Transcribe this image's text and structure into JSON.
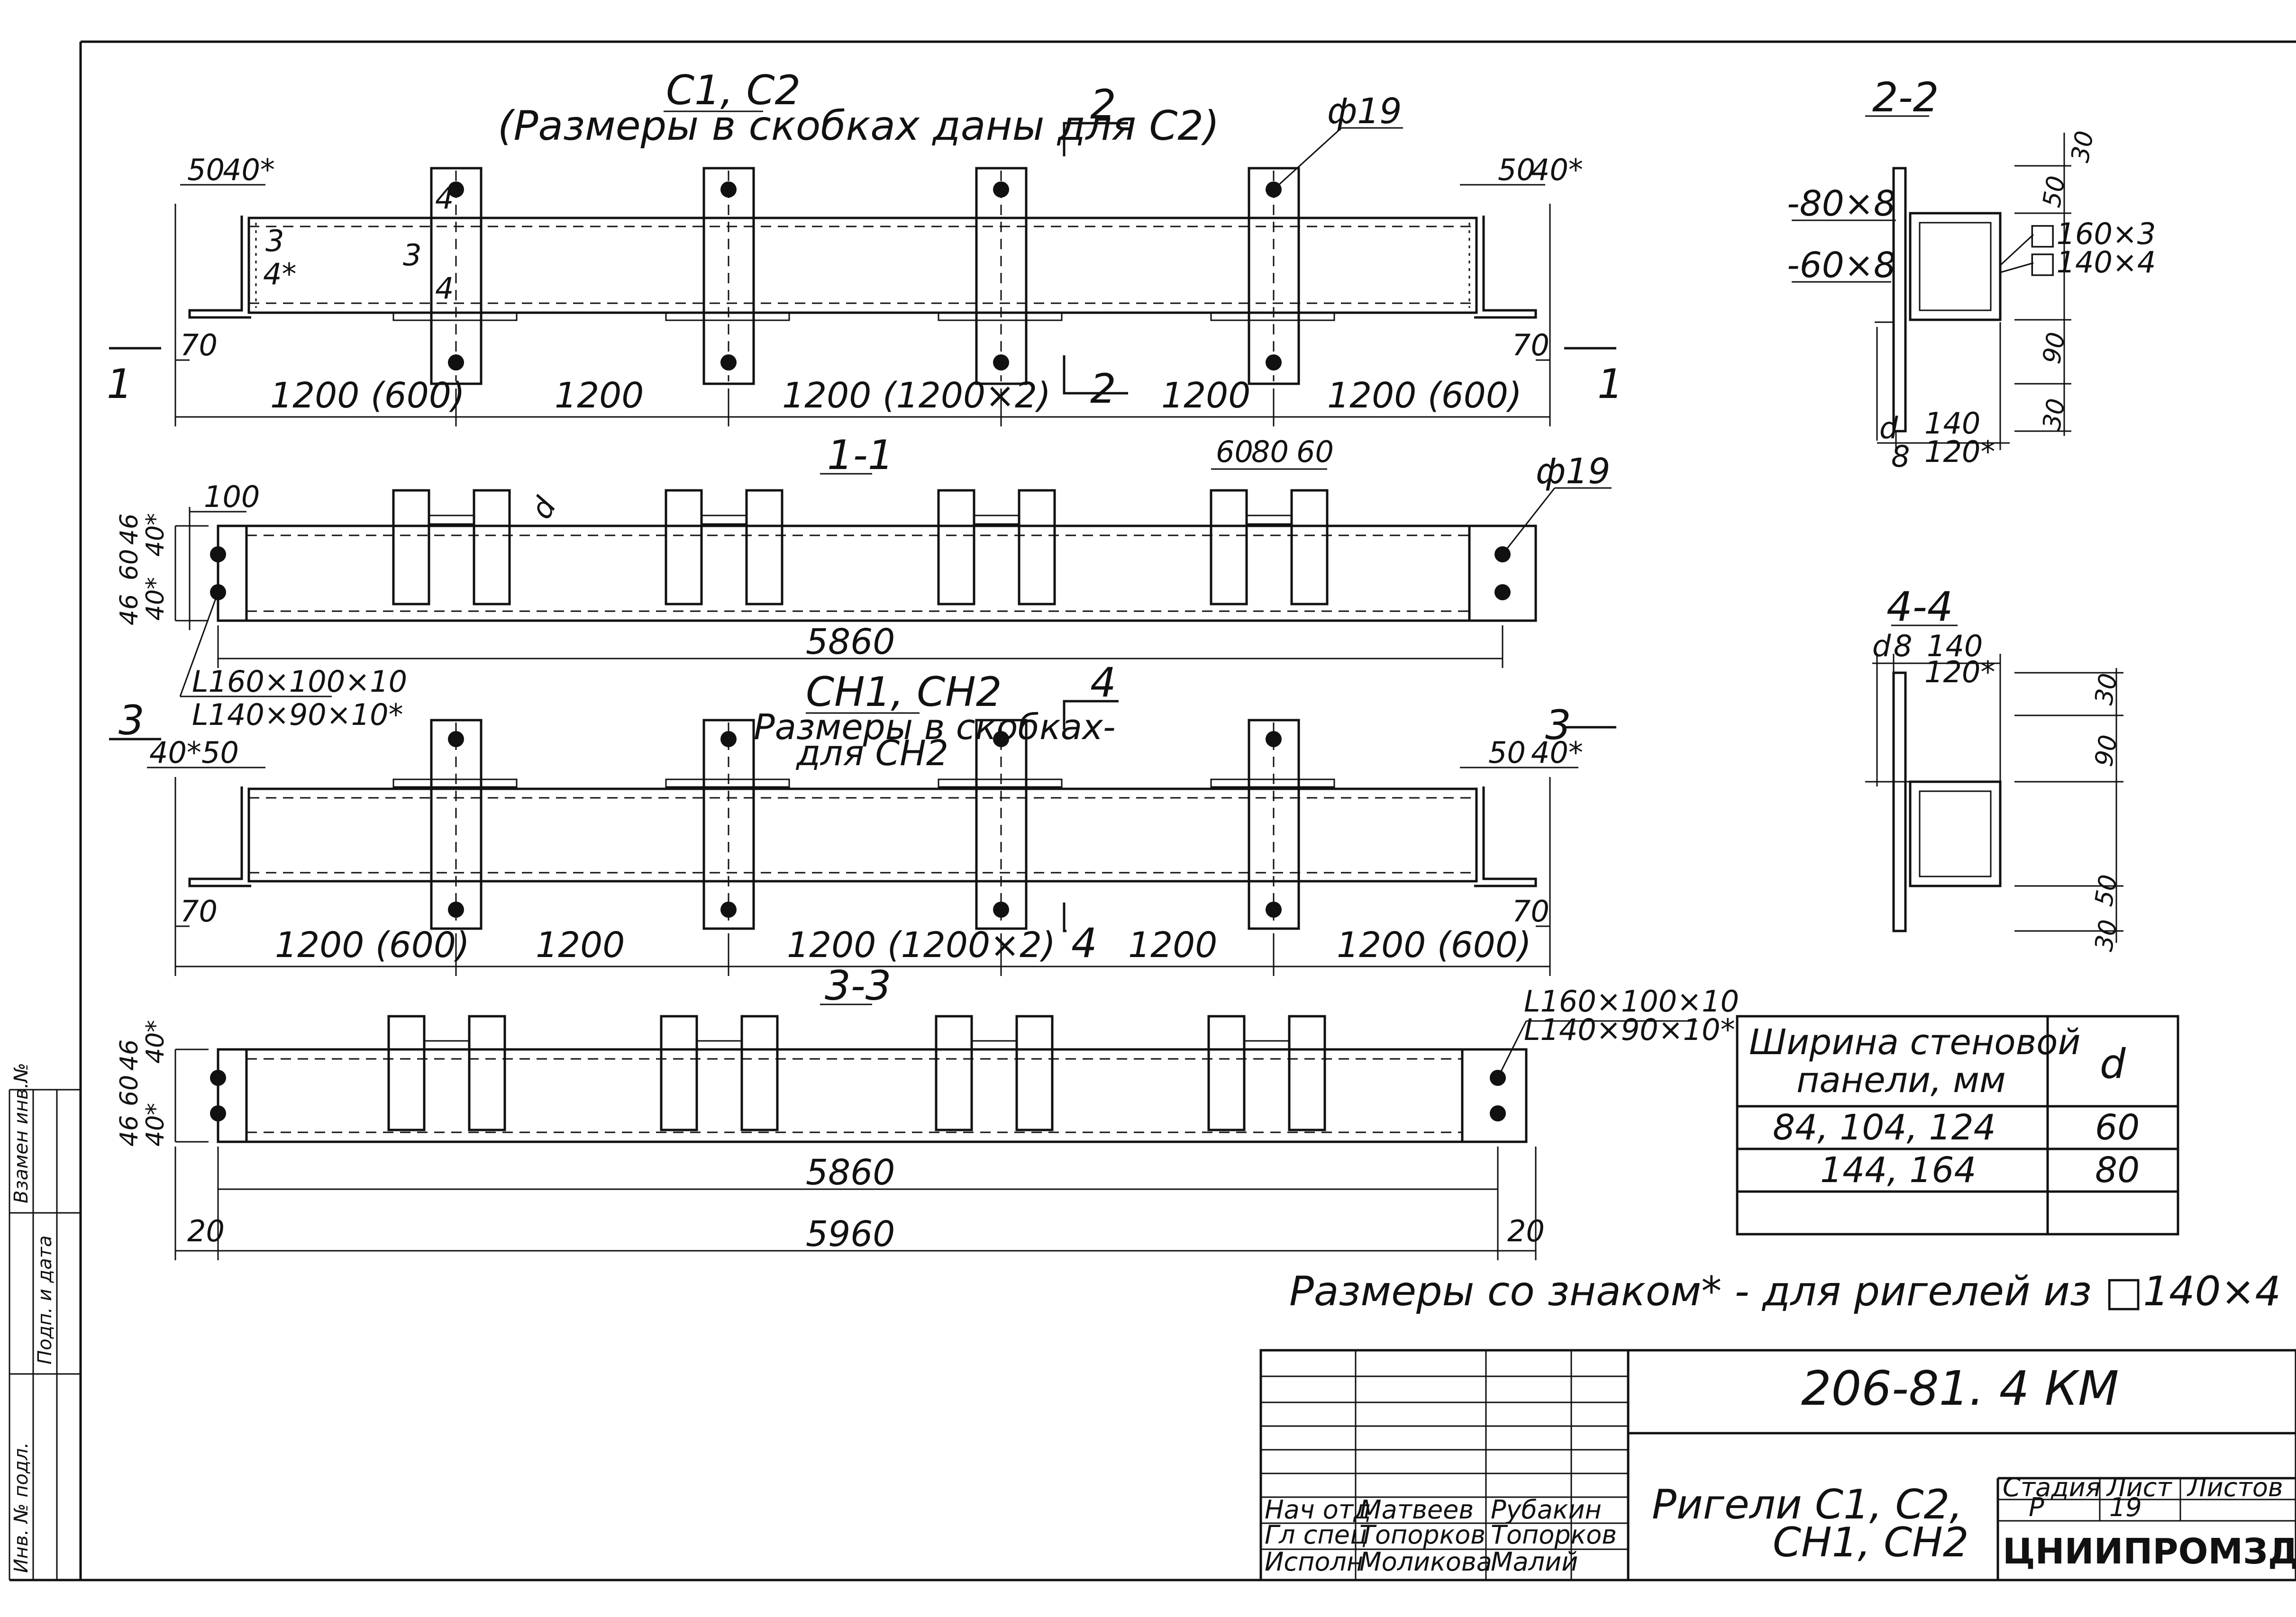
{
  "drawing": {
    "sheet_code": "206-81. 4 КМ",
    "title_line1": "Ригели С1, С2,",
    "title_line2": "СН1, СН2",
    "organization": "ЦНИИПРОМЗДАНИЙ",
    "stage_label": "Стадия",
    "sheet_label": "Лист",
    "sheets_label": "Листов",
    "stage": "Р",
    "sheet": "19",
    "note": "Размеры со знаком* - для ригелей из □140×4"
  },
  "signatures": [
    {
      "role": "Нач отд",
      "name": "Матвеев",
      "sign": "Рубакин"
    },
    {
      "role": "Гл спец",
      "name": "Топорков",
      "sign": "Топорков"
    },
    {
      "role": "Исполн",
      "name": "Моликова",
      "sign": "Малий"
    }
  ],
  "side_stamp": {
    "col1": "Инв. № подл.",
    "col2": "Подп. и дата",
    "col3": "Взамен инв.№"
  },
  "view_c1c2": {
    "title_line1": "С1, С2",
    "title_line2": "(Размеры в скобках даны для С2)",
    "hole": "ф19",
    "left_top": "50",
    "left_top_star": "40*",
    "right_top": "50",
    "right_top_star": "40*",
    "weld_3": "3",
    "weld_4star": "4*",
    "weld_4a": "4",
    "weld_3b": "3",
    "weld_4b": "4",
    "dim_70_left": "70",
    "dim_70_right": "70",
    "spans": [
      "1200 (600)",
      "1200",
      "1200 (1200×2)",
      "1200",
      "1200 (600)"
    ],
    "cut_1_left": "1",
    "cut_1_right": "1",
    "cut_2_top": "2",
    "cut_2_bottom": "2"
  },
  "section_1_1": {
    "title": "1-1",
    "dims_top": [
      "60",
      "80",
      "60"
    ],
    "d": "d",
    "hole": "ф19",
    "end_100": "100",
    "v_46a": "46",
    "v_60": "60",
    "v_46b": "46",
    "v_40a": "40*",
    "v_40b": "40*",
    "length": "5860",
    "angle1": "L160×100×10",
    "angle2": "L140×90×10*"
  },
  "view_ch": {
    "title": "СН1, СН2",
    "subtitle_line1": "Размеры в скобках-",
    "subtitle_line2": "для СН2",
    "left_star": "40*",
    "left_50": "50",
    "right_50": "50",
    "right_star": "40*",
    "dim_70_left": "70",
    "dim_70_right": "70",
    "spans": [
      "1200 (600)",
      "1200",
      "1200 (1200×2)",
      "1200",
      "1200 (600)"
    ],
    "cut_3_left": "3",
    "cut_3_right": "3",
    "cut_4_top": "4",
    "cut_4_bottom": "4"
  },
  "section_3_3": {
    "title": "3-3",
    "angle1": "L160×100×10",
    "angle2": "L140×90×10*",
    "v_40a": "40*",
    "v_46a": "46",
    "v_60": "60",
    "v_46b": "46",
    "v_40b": "40*",
    "inner_length": "5860",
    "total_length": "5960",
    "end_left": "20",
    "end_right": "20"
  },
  "section_2_2": {
    "title": "2-2",
    "plate1": "-80×8",
    "plate2": "-60×8",
    "tube1": "□160×3",
    "tube2": "□140×4",
    "v_30a": "30",
    "v_50": "50",
    "v_90": "90",
    "v_30b": "30",
    "h_d": "d",
    "h_8": "8",
    "h_140": "140",
    "h_120": "120*"
  },
  "section_4_4": {
    "title": "4-4",
    "h_d": "d",
    "h_8": "8",
    "h_140": "140",
    "h_120": "120*",
    "v_30a": "30",
    "v_90": "90",
    "v_50": "50",
    "v_30b": "30"
  },
  "table": {
    "col1_header_line1": "Ширина стеновой",
    "col1_header_line2": "панели, мм",
    "col2_header": "d",
    "rows": [
      {
        "width": "84, 104, 124",
        "d": "60"
      },
      {
        "width": "144, 164",
        "d": "80"
      }
    ]
  }
}
